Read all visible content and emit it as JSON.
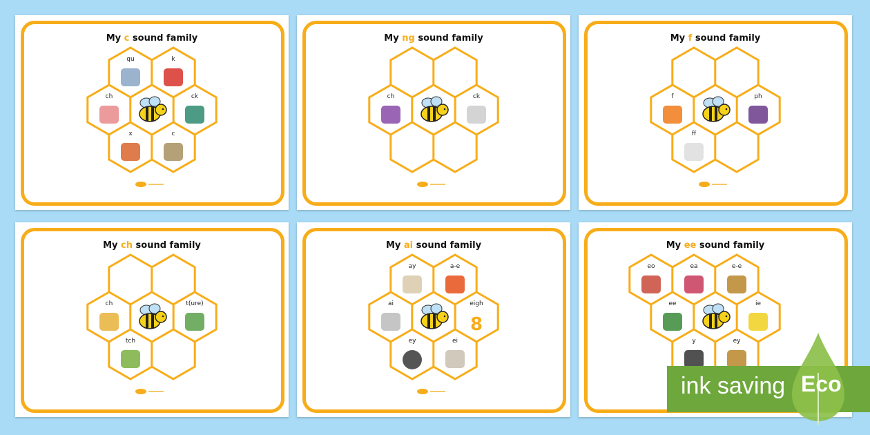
{
  "colors": {
    "background": "#a9dbf6",
    "honey": "#f7ad19",
    "eco_green": "#6ea83c",
    "leaf_green": "#8cc04a"
  },
  "cards": [
    {
      "prefix": "My",
      "sound": "c",
      "suffix": "sound family",
      "cells": [
        {
          "slot": "top-left",
          "label": "qu",
          "icon": "ship-icon",
          "color": "#8aa6c4"
        },
        {
          "slot": "top-right",
          "label": "k",
          "icon": "king-icon",
          "color": "#d8332b"
        },
        {
          "slot": "mid-left",
          "label": "ch",
          "icon": "chemist-icon",
          "color": "#e88a8a"
        },
        {
          "slot": "mid-right",
          "label": "ck",
          "icon": "sock-icon",
          "color": "#2e8a6e"
        },
        {
          "slot": "bottom-left",
          "label": "x",
          "icon": "fox-icon",
          "color": "#d8662b"
        },
        {
          "slot": "bottom-right",
          "label": "c",
          "icon": "cake-icon",
          "color": "#a89060"
        }
      ]
    },
    {
      "prefix": "My",
      "sound": "ng",
      "suffix": "sound family",
      "cells": [
        {
          "slot": "top-left",
          "label": "",
          "icon": "",
          "color": ""
        },
        {
          "slot": "top-right",
          "label": "",
          "icon": "",
          "color": ""
        },
        {
          "slot": "mid-left",
          "label": "ch",
          "icon": "princess-icon",
          "color": "#8a4aa8"
        },
        {
          "slot": "mid-right",
          "label": "ck",
          "icon": "sink-icon",
          "color": "#cccccc"
        },
        {
          "slot": "bottom-left",
          "label": "",
          "icon": "",
          "color": ""
        },
        {
          "slot": "bottom-right",
          "label": "",
          "icon": "",
          "color": ""
        }
      ]
    },
    {
      "prefix": "My",
      "sound": "f",
      "suffix": "sound family",
      "cells": [
        {
          "slot": "top-left",
          "label": "",
          "icon": "",
          "color": ""
        },
        {
          "slot": "top-right",
          "label": "",
          "icon": "",
          "color": ""
        },
        {
          "slot": "mid-left",
          "label": "f",
          "icon": "fish-icon",
          "color": "#f07a1a"
        },
        {
          "slot": "mid-right",
          "label": "ph",
          "icon": "person-icon",
          "color": "#6a3a8a"
        },
        {
          "slot": "bottom-left",
          "label": "ff",
          "icon": "phone-icon",
          "color": "#dddddd"
        },
        {
          "slot": "bottom-right",
          "label": "",
          "icon": "",
          "color": ""
        }
      ]
    },
    {
      "prefix": "My",
      "sound": "ch",
      "suffix": "sound family",
      "cells": [
        {
          "slot": "top-left",
          "label": "",
          "icon": "",
          "color": ""
        },
        {
          "slot": "top-right",
          "label": "",
          "icon": "",
          "color": ""
        },
        {
          "slot": "mid-left",
          "label": "ch",
          "icon": "chips-icon",
          "color": "#e8b23a"
        },
        {
          "slot": "mid-right",
          "label": "t(ure)",
          "icon": "picture-icon",
          "color": "#5aa04a"
        },
        {
          "slot": "bottom-left",
          "label": "tch",
          "icon": "boy-icon",
          "color": "#7ab040"
        },
        {
          "slot": "bottom-right",
          "label": "",
          "icon": "",
          "color": ""
        }
      ]
    },
    {
      "prefix": "My",
      "sound": "ai",
      "suffix": "sound family",
      "cells": [
        {
          "slot": "top-left",
          "label": "ay",
          "icon": "hay-icon",
          "color": "#d9c9a8"
        },
        {
          "slot": "top-right",
          "label": "a-e",
          "icon": "fire-icon",
          "color": "#e8501a"
        },
        {
          "slot": "mid-left",
          "label": "ai",
          "icon": "rain-icon",
          "color": "#bbbbbb"
        },
        {
          "slot": "mid-right",
          "label": "eigh",
          "icon": "eight-icon",
          "color": "#f7ad19",
          "glyph": "8"
        },
        {
          "slot": "bottom-left",
          "label": "ey",
          "icon": "grey-circle-icon",
          "color": "#555555"
        },
        {
          "slot": "bottom-right",
          "label": "ei",
          "icon": "veil-icon",
          "color": "#c8c0b0"
        }
      ]
    },
    {
      "prefix": "My",
      "sound": "ee",
      "suffix": "sound family",
      "cells": [
        {
          "slot": "top-far-left",
          "label": "eo",
          "icon": "people-icon",
          "color": "#c84a3a"
        },
        {
          "slot": "top-left",
          "label": "ea",
          "icon": "beads-icon",
          "color": "#c83a5a"
        },
        {
          "slot": "top-right",
          "label": "e-e",
          "icon": "scales-icon",
          "color": "#b8862a"
        },
        {
          "slot": "mid-left",
          "label": "ee",
          "icon": "leek-icon",
          "color": "#3a8a3a"
        },
        {
          "slot": "mid-right",
          "label": "ie",
          "icon": "puzzle-icon",
          "color": "#f0d020"
        },
        {
          "slot": "bottom-left",
          "label": "y",
          "icon": "boy-face-icon",
          "color": "#333333"
        },
        {
          "slot": "bottom-right",
          "label": "ey",
          "icon": "coins-icon",
          "color": "#b8862a"
        }
      ]
    }
  ],
  "eco_badge": {
    "text": "ink saving",
    "word": "Eco"
  }
}
